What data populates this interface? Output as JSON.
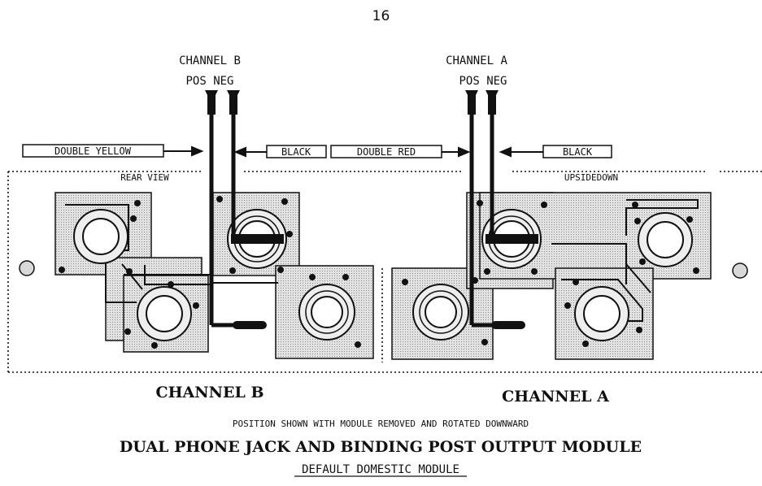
{
  "page": {
    "number": "16"
  },
  "diagram": {
    "channel_b_header": "CHANNEL B",
    "channel_a_header": "CHANNEL A",
    "pos_neg": "POS NEG",
    "wire_labels": {
      "double_yellow": "DOUBLE YELLOW",
      "black_b": "BLACK",
      "double_red": "DOUBLE RED",
      "black_a": "BLACK"
    },
    "rear_view": "REAR VIEW",
    "upsidedown": "UPSIDEDOWN",
    "channel_b_caption": "CHANNEL B",
    "channel_a_caption": "CHANNEL A",
    "position_note": "POSITION SHOWN WITH MODULE REMOVED AND ROTATED DOWNWARD",
    "title": "DUAL PHONE JACK AND BINDING POST OUTPUT MODULE",
    "subtitle": "DEFAULT DOMESTIC MODULE"
  },
  "colors": {
    "ink": "#111111",
    "board_fill": "#d6d6d6"
  }
}
